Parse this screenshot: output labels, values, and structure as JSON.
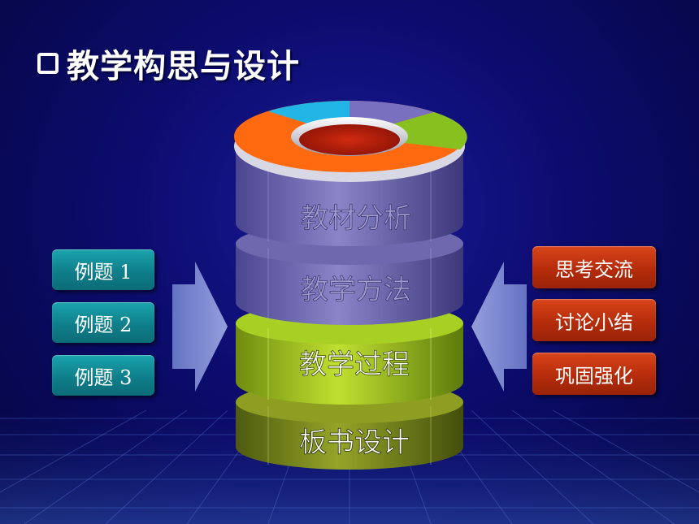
{
  "title": "教学构思与设计",
  "left_buttons": [
    {
      "label": "例题 1"
    },
    {
      "label": "例题 2"
    },
    {
      "label": "例题 3"
    }
  ],
  "right_buttons": [
    {
      "label": "思考交流"
    },
    {
      "label": "讨论小结"
    },
    {
      "label": "巩固强化"
    }
  ],
  "stack_layers": [
    {
      "label": "教材分析"
    },
    {
      "label": "教学方法"
    },
    {
      "label": "教学过程"
    },
    {
      "label": "板书设计"
    }
  ],
  "colors": {
    "teal": "#12909b",
    "red": "#b8300c",
    "purple": "#6a64a8",
    "lime": "#9bc21a",
    "olive": "#7a8a1c",
    "pie_orange": "#ff6a10",
    "pie_cyan": "#22b6e6",
    "pie_purple": "#7a70c0",
    "pie_green": "#88c020"
  }
}
